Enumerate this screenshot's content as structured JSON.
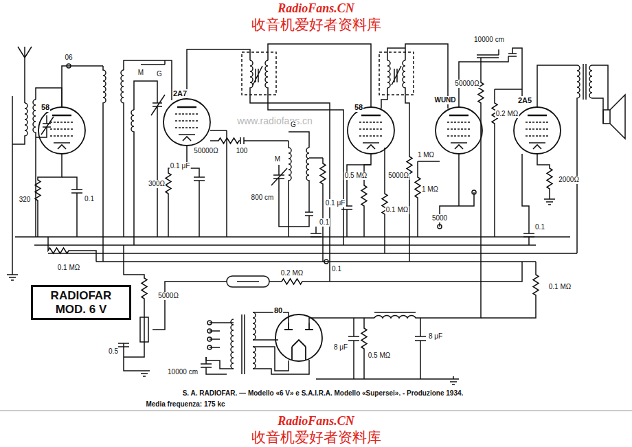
{
  "diagram": {
    "caption": "S. A. RADIOFAR. — Modello «6 V» e S.A.I.R.A. Modello «Supersei». - Produzione 1934.",
    "nodes": [
      {
        "text": [
          "RADIOFAR MOD. 6 V"
        ]
      }
    ],
    "labels": [
      "RadioFans.CN",
      "收音机爱好者资料库",
      "www.radiofans.cn",
      "58",
      "2A7",
      "58",
      "WUND",
      "2A5",
      "80",
      "06",
      "M",
      "G",
      "320",
      "0.1",
      "0.1 MΩ",
      "300Ω",
      "0.1 μF",
      "50000Ω",
      "100",
      "G",
      "M",
      "800 cm",
      "0.1",
      "0.1 μF",
      "0.5 MΩ",
      "0.1 MΩ",
      "5000Ω",
      "1 MΩ",
      "1 MΩ",
      "10000 cm",
      "50000Ω",
      "0.2 MΩ",
      "2000Ω",
      "5000",
      "0.1",
      "0.1",
      "0.2 MΩ",
      "0.1 MΩ",
      "5000Ω",
      "0.5",
      "8 μF",
      "8 μF",
      "0.5 MΩ",
      "10000 cm",
      "Media frequenza: 175 kc",
      "RadioFans.CN",
      "收音机爱好者资料库"
    ]
  }
}
